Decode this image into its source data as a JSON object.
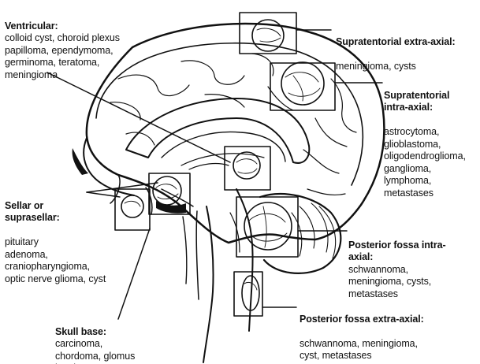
{
  "labels": [
    {
      "key": "ventricular",
      "title": "Ventricular:",
      "body": "colloid cyst, choroid plexus\npapilloma, ependymoma,\ngerminoma, teratoma,\nmeningioma",
      "inline": true
    },
    {
      "key": "supratentorial_extra",
      "title": "Supratentorial extra-axial:",
      "body": "meningioma, cysts",
      "inline": false
    },
    {
      "key": "supratentorial_intra",
      "title": "Supratentorial\nintra-axial:",
      "body": "astrocytoma,\nglioblastoma,\noligodendroglioma,\nganglioma,\nlymphoma,\nmetastases",
      "inline": false
    },
    {
      "key": "sellar",
      "title": "Sellar or\nsuprasellar:",
      "body": "pituitary\nadenoma,\ncraniopharyngioma,\noptic nerve glioma, cyst",
      "inline": false
    },
    {
      "key": "posterior_intra",
      "title": "Posterior fossa intra-\naxial:",
      "body": "schwannoma,\nmeningioma, cysts,\nmetastases",
      "inline": true
    },
    {
      "key": "skull_base",
      "title": "Skull base:",
      "body": "carcinoma,\nchordoma, glomus\njugulare, osteoma",
      "inline": true
    },
    {
      "key": "posterior_extra",
      "title": "Posterior fossa extra-axial:",
      "body": "schwannoma, meningioma,\ncyst, metastases",
      "inline": false
    }
  ]
}
